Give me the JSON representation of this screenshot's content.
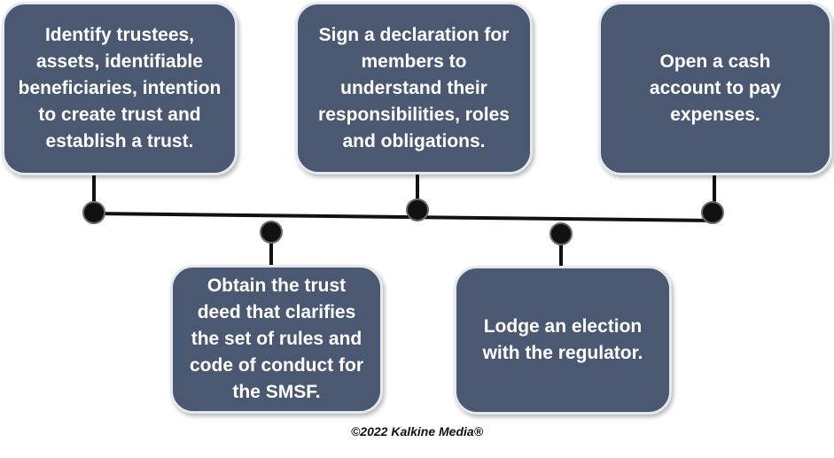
{
  "steps": [
    {
      "id": "step-1",
      "text": "Identify trustees, assets, identifiable beneficiaries, intention to create trust and establish a trust."
    },
    {
      "id": "step-2",
      "text": "Obtain the trust deed that clarifies the set of rules and code of conduct for the SMSF."
    },
    {
      "id": "step-3",
      "text": "Sign a declaration for members to understand their responsibilities, roles and obligations."
    },
    {
      "id": "step-4",
      "text": "Lodge an election with the regulator."
    },
    {
      "id": "step-5",
      "text": "Open a cash account to pay expenses."
    }
  ],
  "credit": "©2022 Kalkine Media®",
  "colors": {
    "box_fill": "#4a5872",
    "box_border": "#e4e8ef",
    "line": "#111111"
  }
}
